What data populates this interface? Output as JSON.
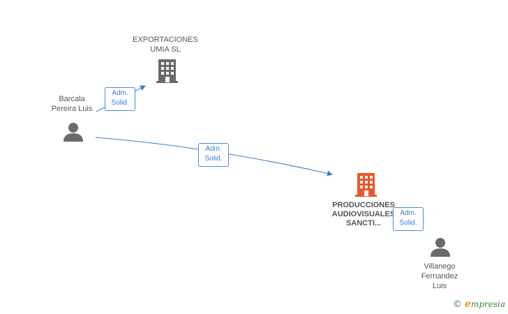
{
  "nodes": {
    "exportaciones": {
      "label_line1": "EXPORTACIONES",
      "label_line2": "UMIA SL",
      "icon": "building-icon",
      "color": "#6b6b6b"
    },
    "producciones": {
      "label_line1": "PRODUCCIONES",
      "label_line2": "AUDIOVISUALES",
      "label_line3": "SANCTI...",
      "icon": "building-icon",
      "color": "#e8572a"
    },
    "barcala": {
      "label_line1": "Barcala",
      "label_line2": "Pereira Luis",
      "icon": "person-icon",
      "color": "#6b6b6b"
    },
    "villanego": {
      "label_line1": "Villanego",
      "label_line2": "Fernandez",
      "label_line3": "Luis",
      "icon": "person-icon",
      "color": "#6b6b6b"
    }
  },
  "edges": [
    {
      "from": "barcala",
      "to": "exportaciones",
      "line1": "Adm.",
      "line2": "Solid."
    },
    {
      "from": "barcala",
      "to": "producciones",
      "line1": "Adm.",
      "line2": "Solid."
    },
    {
      "from": "villanego",
      "to": "producciones",
      "line1": "Adm.",
      "line2": "Solid."
    }
  ],
  "colors": {
    "edge": "#3a7bd5",
    "node_gray": "#6b6b6b",
    "node_main": "#e8572a"
  },
  "brand": {
    "copyright": "©",
    "initial": "e",
    "rest": "mpresia"
  }
}
